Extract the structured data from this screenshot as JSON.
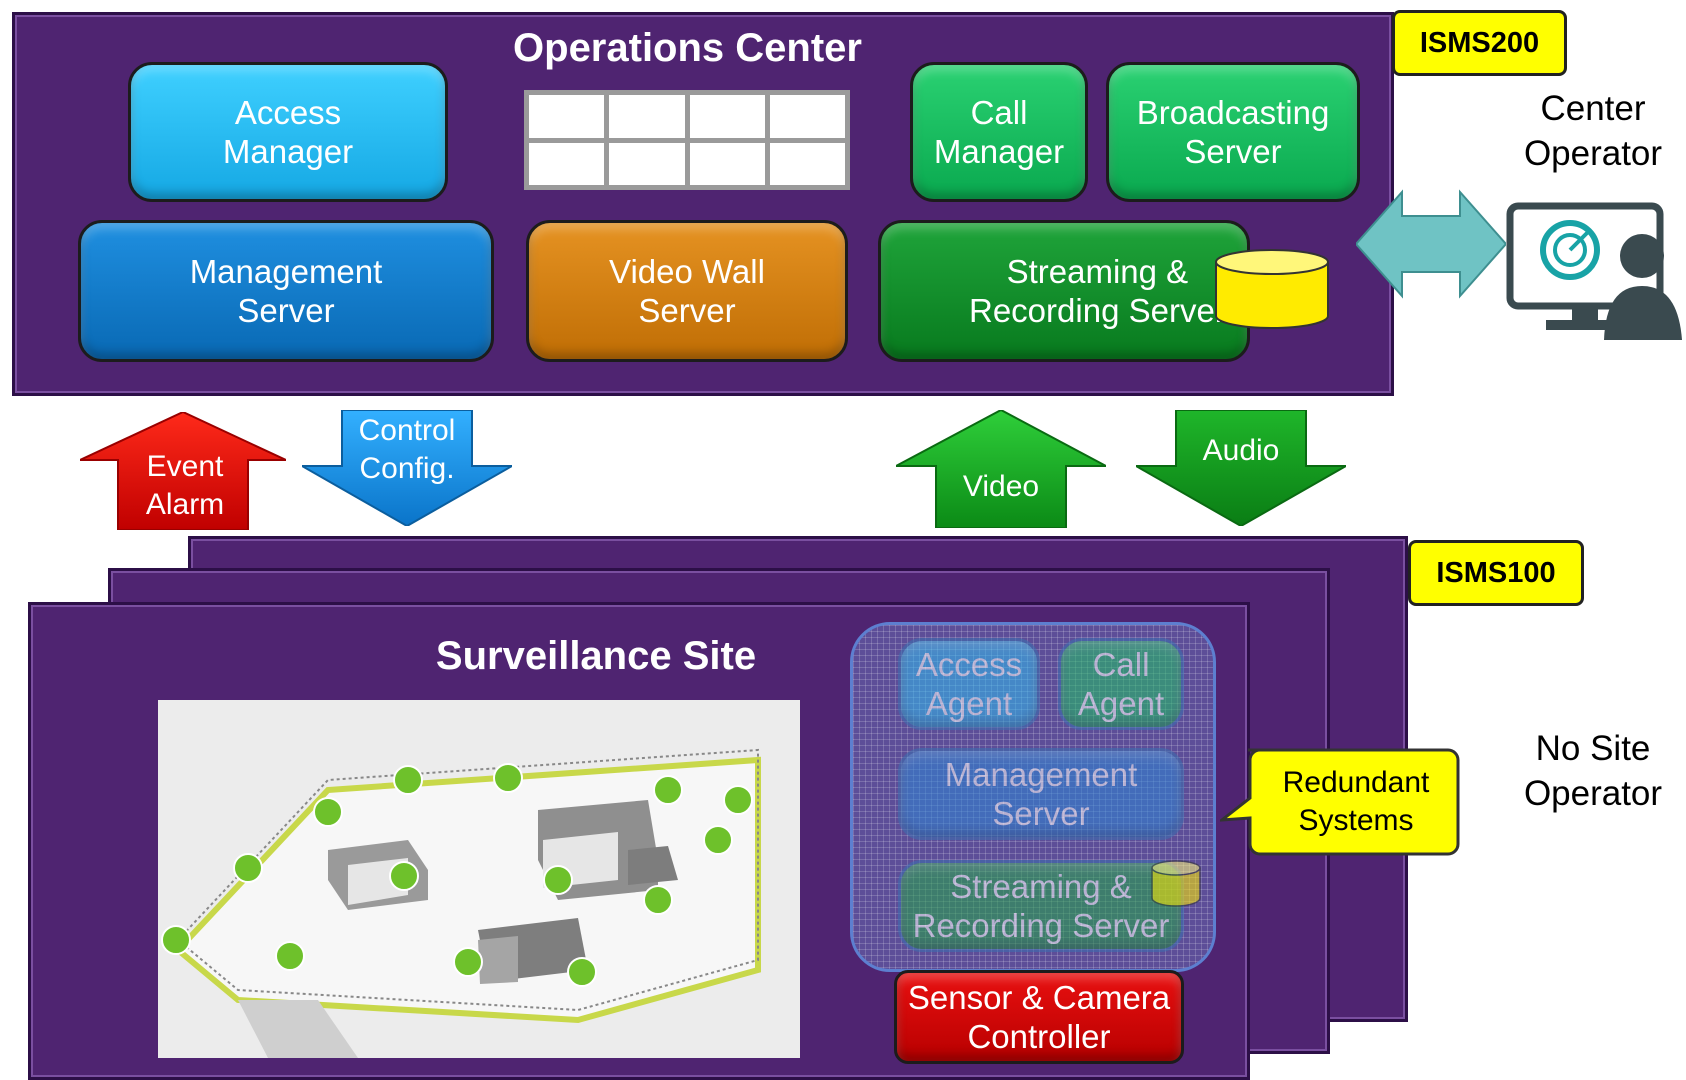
{
  "operations_center": {
    "title": "Operations Center",
    "tag": "ISMS200",
    "access_manager": "Access\nManager",
    "call_manager": "Call\nManager",
    "broadcasting_server": "Broadcasting\nServer",
    "management_server": "Management\nServer",
    "video_wall_server": "Video Wall\nServer",
    "streaming_recording_server": "Streaming  &\nRecording Server"
  },
  "center_operator": {
    "label": "Center\nOperator"
  },
  "flows": {
    "event_alarm": "Event\nAlarm",
    "control_config": "Control\nConfig.",
    "video": "Video",
    "audio": "Audio"
  },
  "surveillance_site": {
    "title": "Surveillance Site",
    "tag": "ISMS100",
    "access_agent": "Access\nAgent",
    "call_agent": "Call\nAgent",
    "management_server": "Management\nServer",
    "streaming_recording_server": "Streaming  &\nRecording Server",
    "sensor_camera_controller": "Sensor & Camera\nController",
    "redundant_systems": "Redundant\nSystems"
  },
  "site_operator": {
    "label": "No Site\nOperator"
  },
  "colors": {
    "panel": "#4f2471",
    "access": "#1ab8ef",
    "management": "#0b78c8",
    "video_wall": "#cd7a0a",
    "call": "#0fb85a",
    "streaming": "#0e8a26",
    "event_arrow": "#e40000",
    "control_arrow": "#2a9ce8",
    "video_arrow": "#169a21",
    "controller": "#cc0000",
    "tag": "#ffff00"
  }
}
